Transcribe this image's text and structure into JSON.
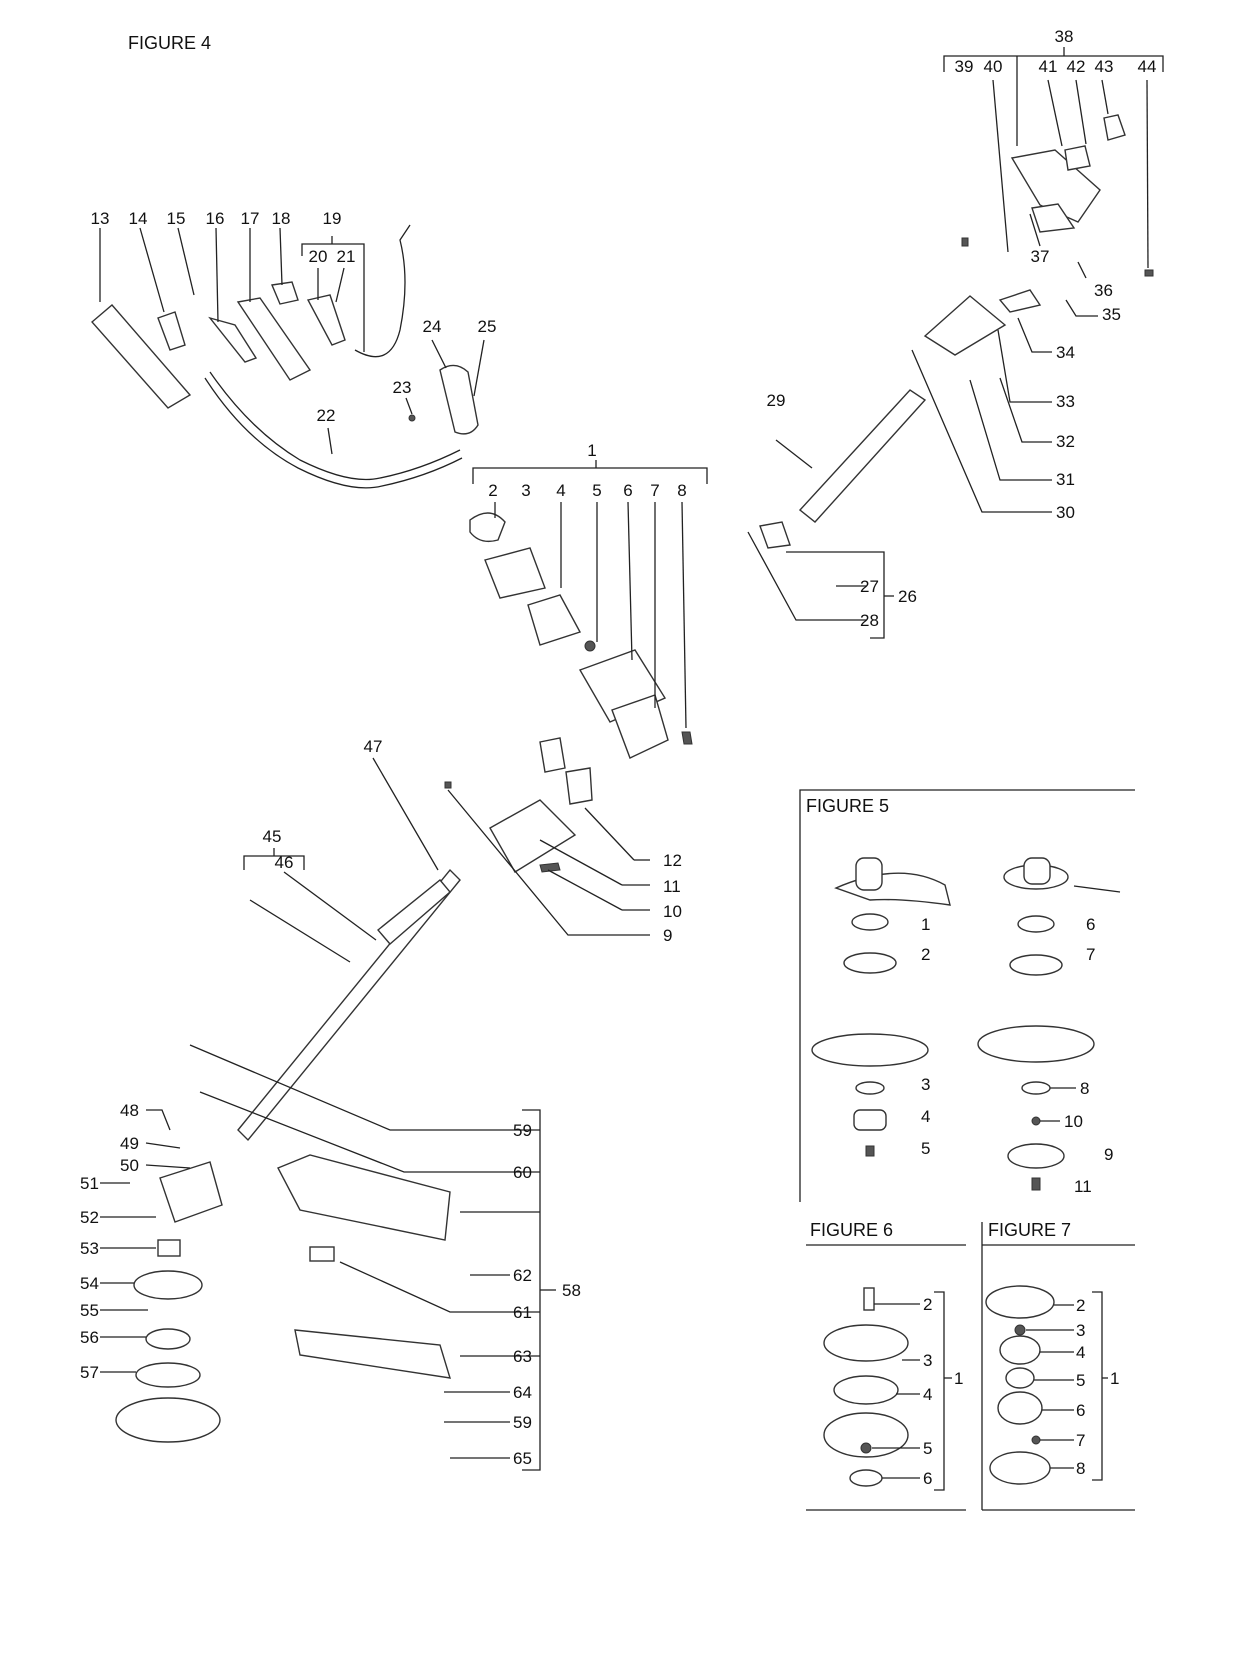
{
  "figures": {
    "fig4": "FIGURE 4",
    "fig5": "FIGURE 5",
    "fig6": "FIGURE 6",
    "fig7": "FIGURE 7"
  },
  "fig4_labels": [
    "1",
    "2",
    "3",
    "4",
    "5",
    "6",
    "7",
    "8",
    "9",
    "10",
    "11",
    "12",
    "13",
    "14",
    "15",
    "16",
    "17",
    "18",
    "19",
    "20",
    "21",
    "22",
    "23",
    "24",
    "25",
    "26",
    "27",
    "28",
    "29",
    "30",
    "31",
    "32",
    "33",
    "34",
    "35",
    "36",
    "37",
    "38",
    "39",
    "40",
    "41",
    "42",
    "43",
    "44",
    "45",
    "46",
    "47",
    "48",
    "49",
    "50",
    "51",
    "52",
    "53",
    "54",
    "55",
    "56",
    "57",
    "58",
    "59",
    "60",
    "61",
    "62",
    "63",
    "64",
    "59",
    "65"
  ],
  "fig5_labels": [
    "1",
    "2",
    "3",
    "4",
    "5",
    "6",
    "7",
    "8",
    "10",
    "9",
    "11"
  ],
  "fig6_labels": [
    "2",
    "3",
    "4",
    "5",
    "6",
    "1"
  ],
  "fig7_labels": [
    "2",
    "3",
    "4",
    "5",
    "6",
    "7",
    "8",
    "1"
  ]
}
